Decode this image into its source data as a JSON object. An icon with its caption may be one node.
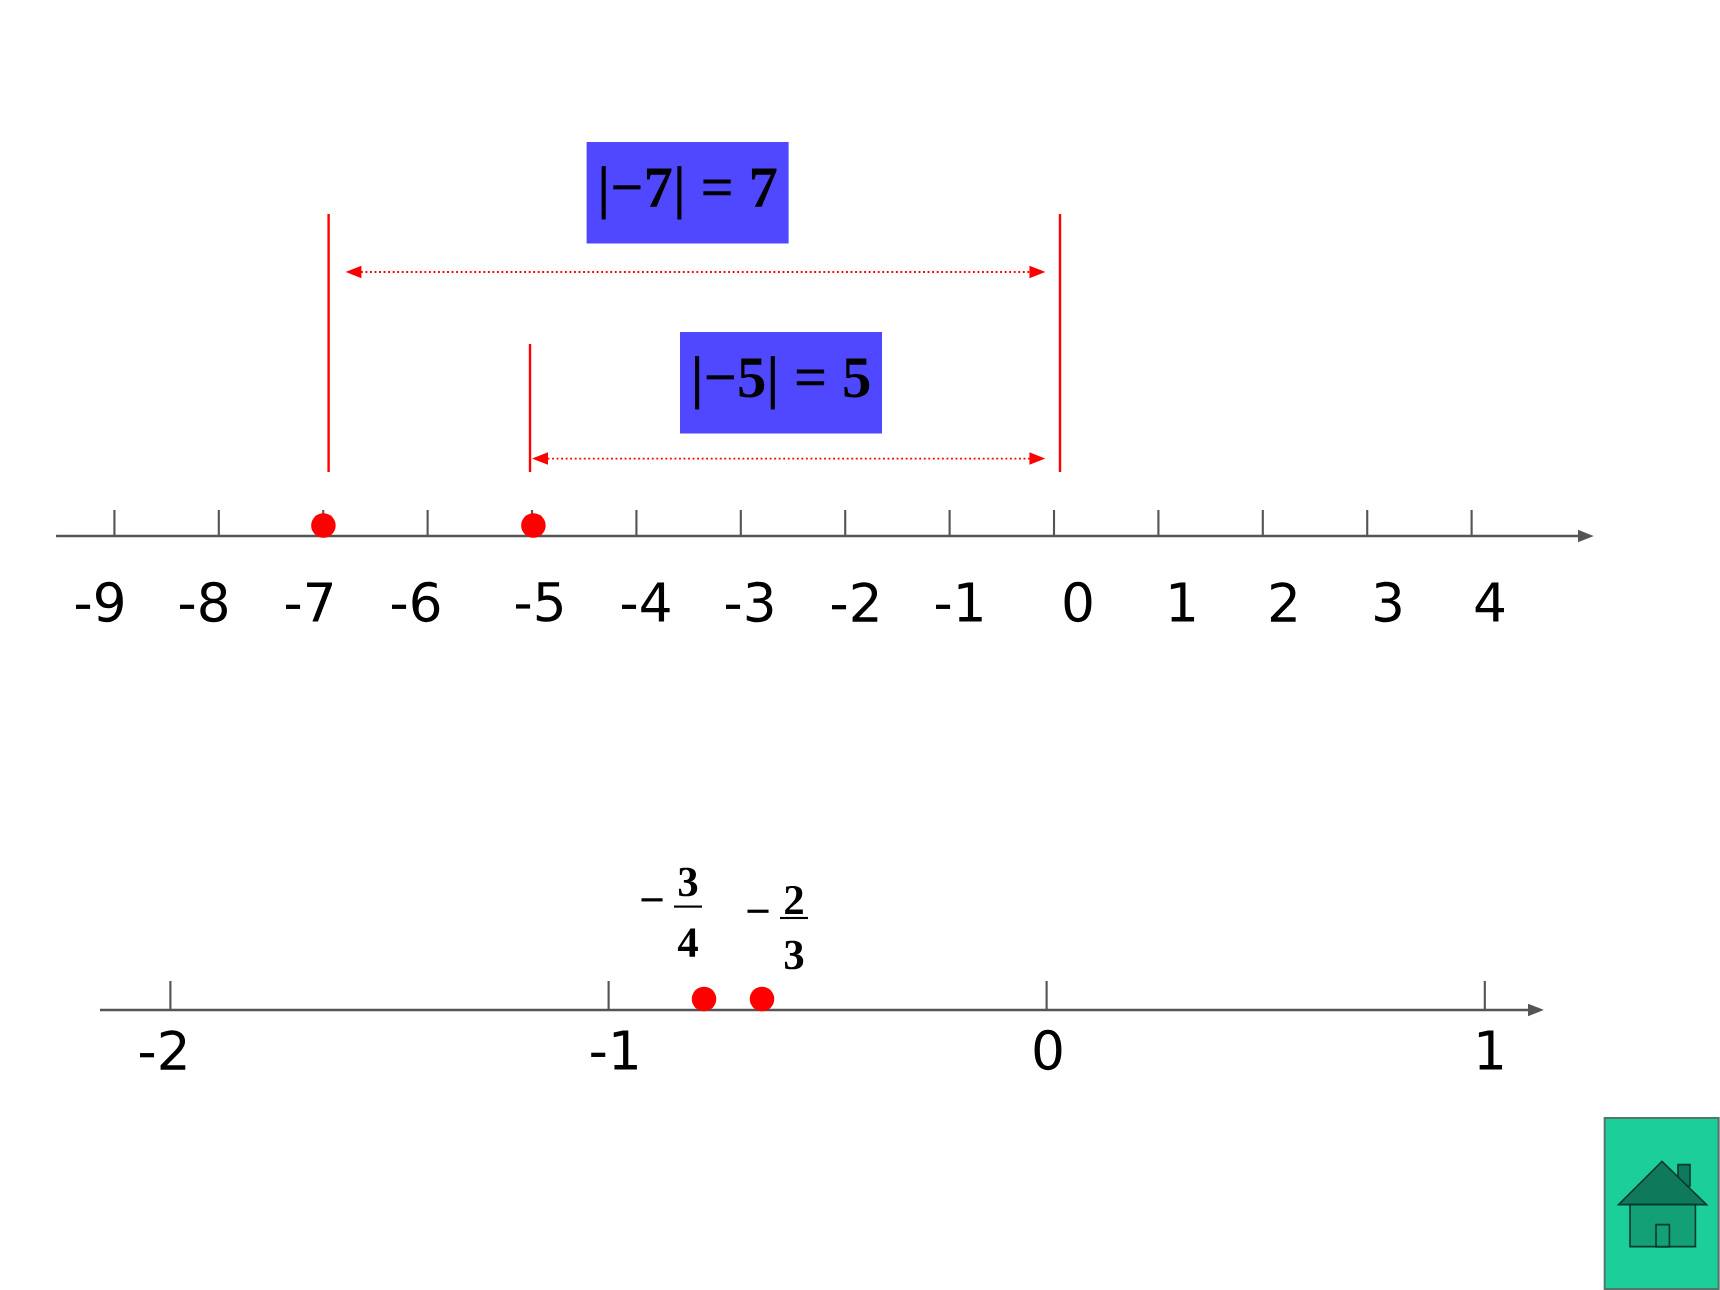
{
  "diagram": {
    "nodes": [
      {
        "text": [
          "|−7| = 7"
        ]
      },
      {
        "text": [
          "|−5| = 5"
        ]
      }
    ],
    "labels": [
      "-9",
      "-8",
      "-7",
      "-6",
      "-5",
      "-4",
      "-3",
      "-2",
      "-1",
      "0",
      "1",
      "2",
      "3",
      "4",
      "−",
      "3",
      "4",
      "−",
      "2",
      "3",
      "-2",
      "-1",
      "0",
      "1"
    ]
  }
}
